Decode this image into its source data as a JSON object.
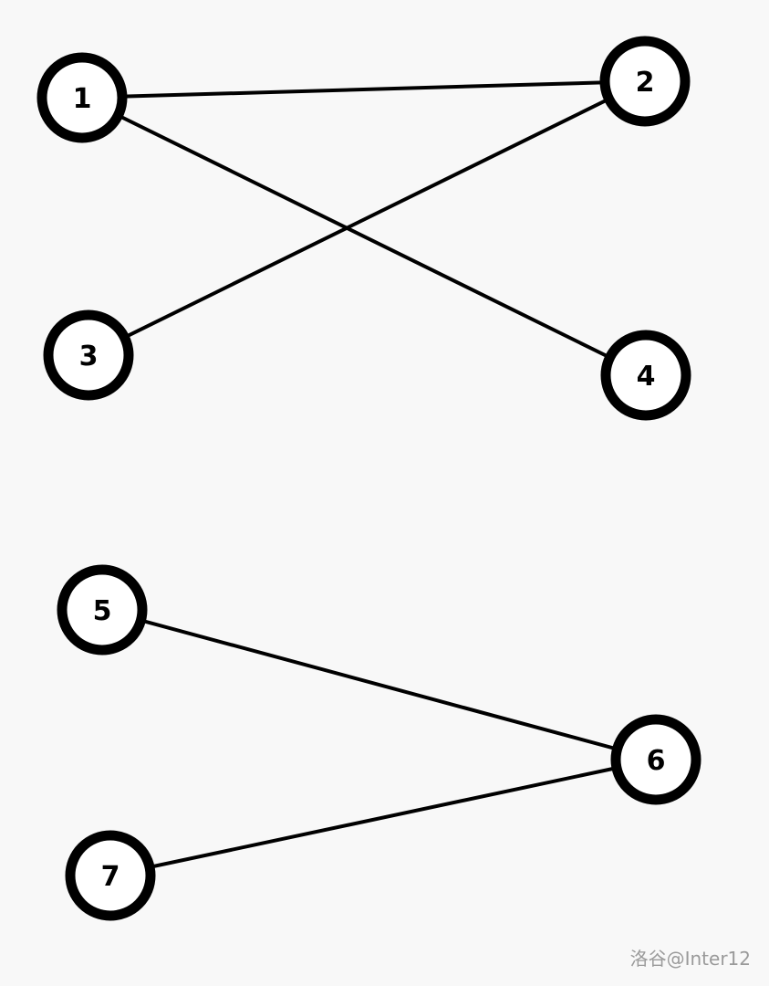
{
  "graph": {
    "nodes": [
      {
        "id": "1",
        "label": "1"
      },
      {
        "id": "2",
        "label": "2"
      },
      {
        "id": "3",
        "label": "3"
      },
      {
        "id": "4",
        "label": "4"
      },
      {
        "id": "5",
        "label": "5"
      },
      {
        "id": "6",
        "label": "6"
      },
      {
        "id": "7",
        "label": "7"
      }
    ],
    "edges": [
      {
        "from": "1",
        "to": "2"
      },
      {
        "from": "1",
        "to": "4"
      },
      {
        "from": "2",
        "to": "3"
      },
      {
        "from": "5",
        "to": "6"
      },
      {
        "from": "6",
        "to": "7"
      }
    ],
    "colors": {
      "stroke": "#000000",
      "fill": "#ffffff",
      "background": "#f8f8f8"
    }
  },
  "watermark": "洛谷@Inter12"
}
